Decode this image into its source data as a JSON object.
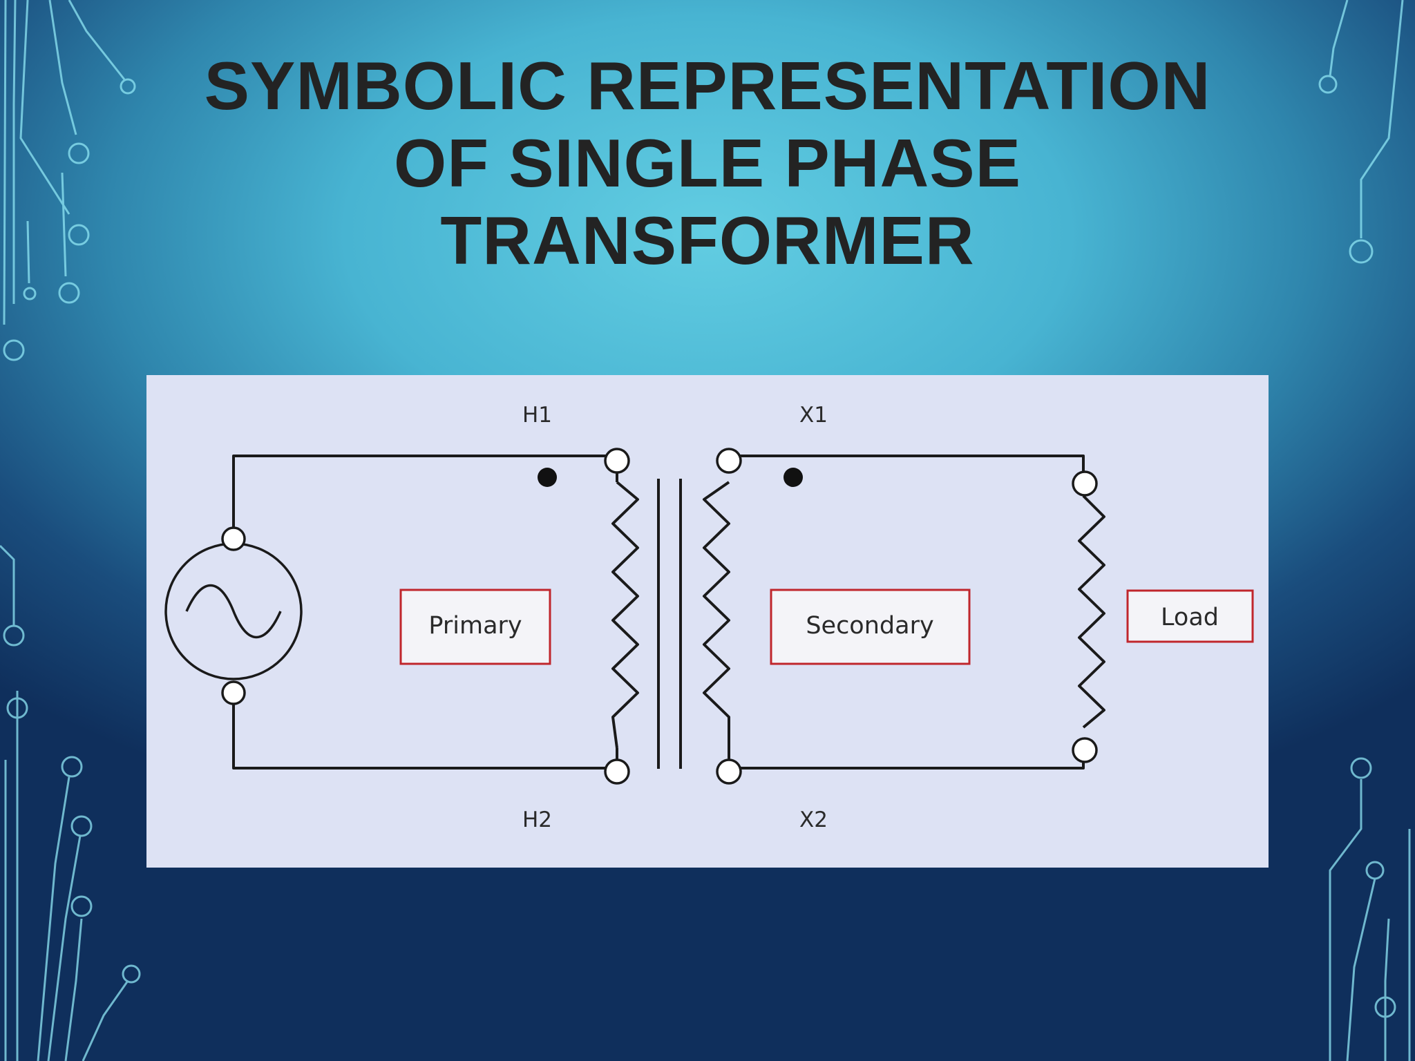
{
  "slide": {
    "title_lines": [
      "SYMBOLIC REPRESENTATION",
      "OF SINGLE PHASE",
      "TRANSFORMER"
    ]
  },
  "diagram": {
    "terminals": {
      "h1": "H1",
      "h2": "H2",
      "x1": "X1",
      "x2": "X2"
    },
    "labels": {
      "primary": "Primary",
      "secondary": "Secondary",
      "load": "Load"
    },
    "colors": {
      "panel": "#dde2f4",
      "wire": "#1a1a1a",
      "label_box_border": "#c0262c",
      "title": "#232323"
    }
  }
}
